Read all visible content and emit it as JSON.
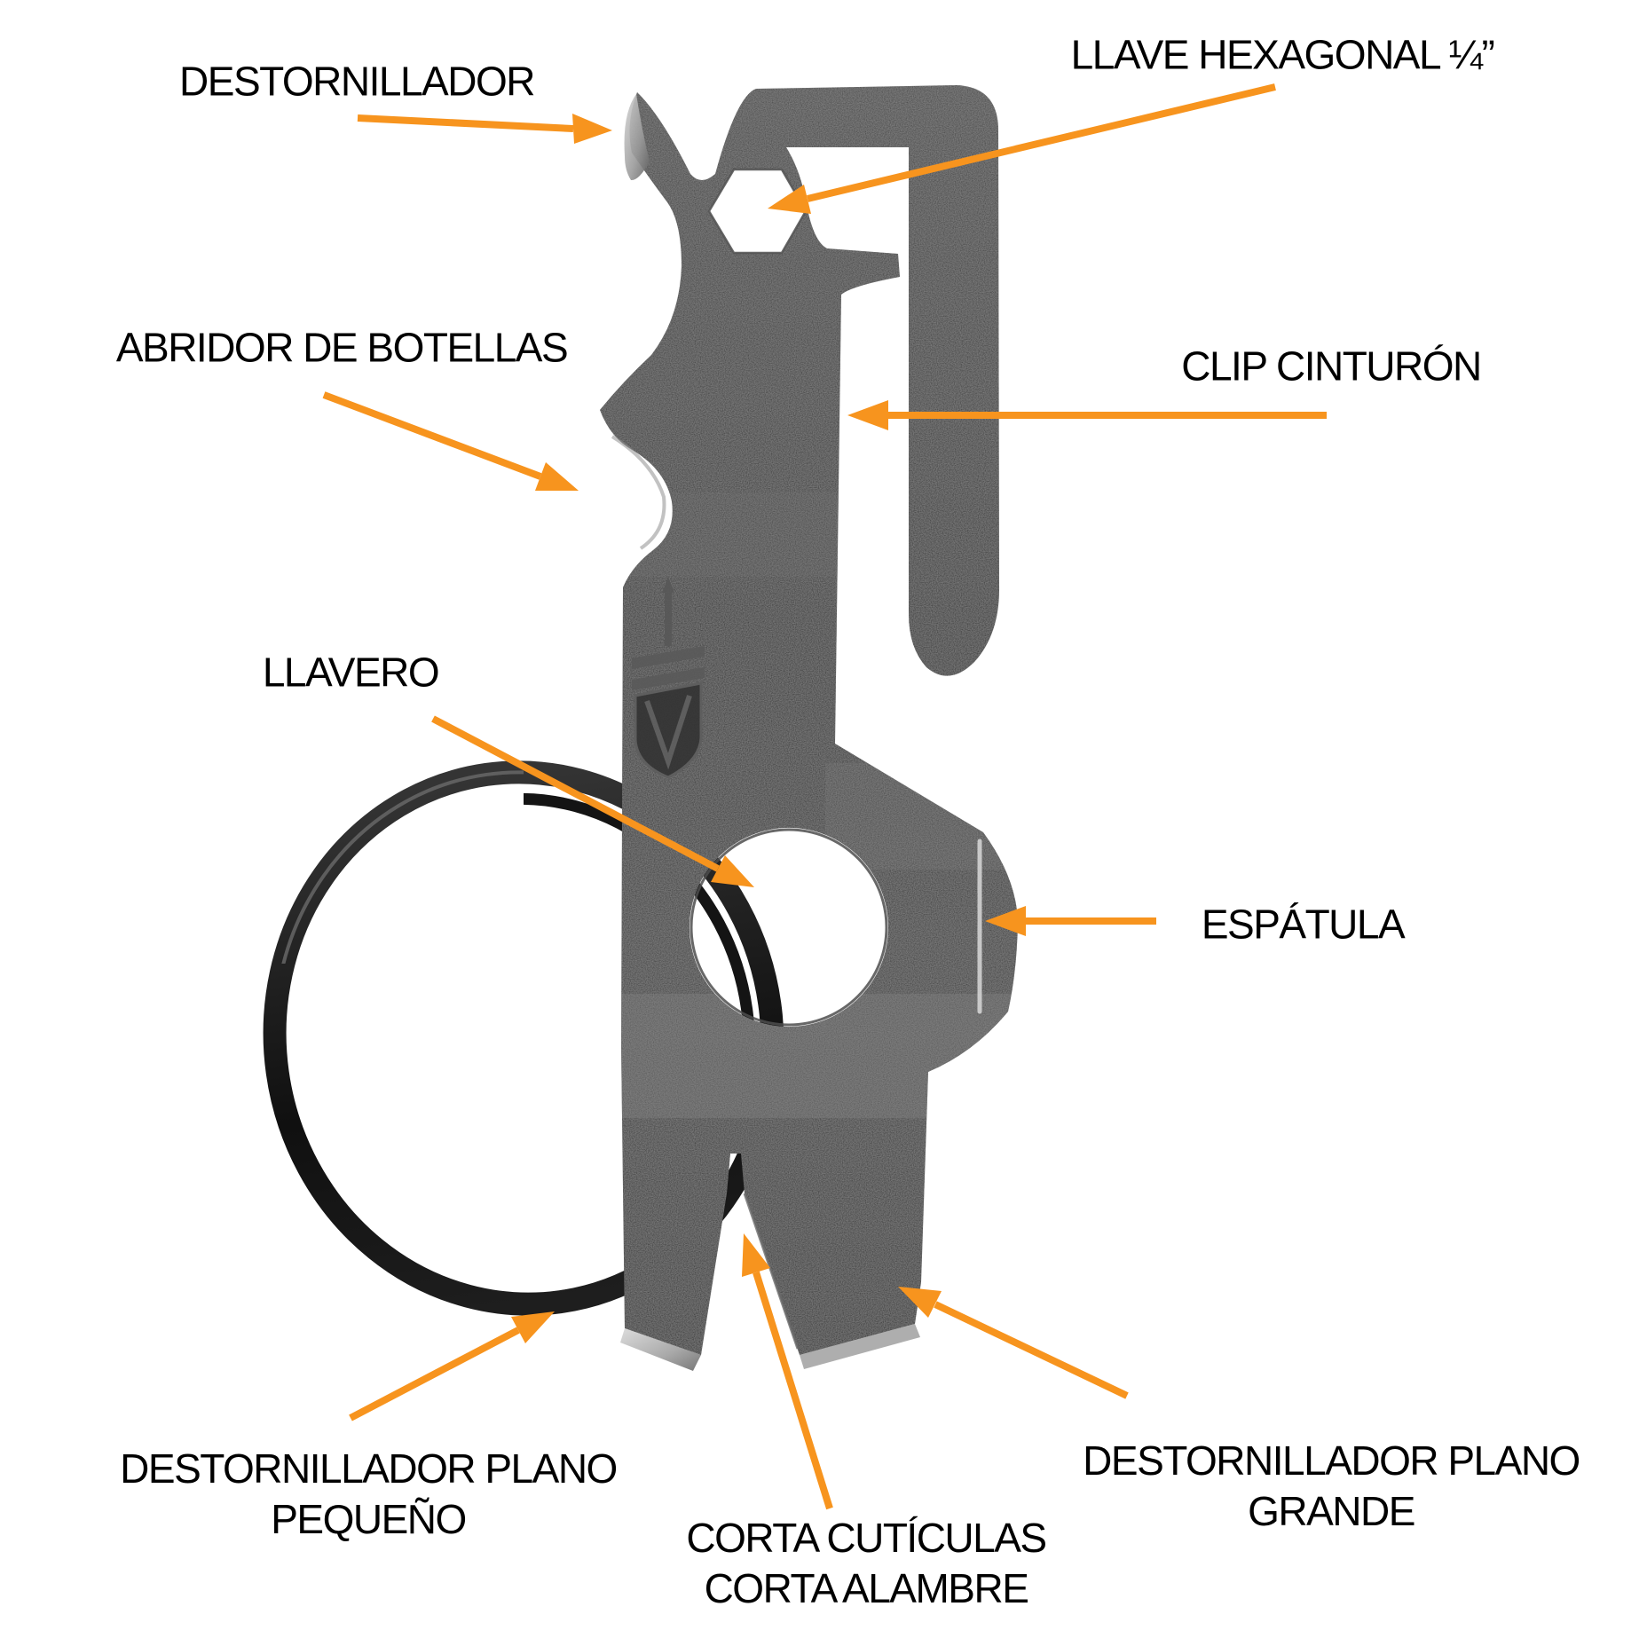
{
  "diagram": {
    "title": "keychain-multitool-feature-diagram",
    "product": "keychain multi-tool with split ring",
    "brand_mark": "gerber-shield-sword-logo",
    "colors": {
      "background": "#ffffff",
      "accent": "#F7941E",
      "label_text": "#000000",
      "steel_dark": "#2c2c2c",
      "steel_mid": "#3a3a3a",
      "ring_black": "#1b1b1b",
      "bevel_silver": "#b5b5b5"
    },
    "labels": [
      {
        "id": "screwdriver",
        "lines": [
          "DESTORNILLADOR"
        ]
      },
      {
        "id": "hex-wrench",
        "lines": [
          "LLAVE HEXAGONAL ¼”"
        ]
      },
      {
        "id": "bottle-opener",
        "lines": [
          "ABRIDOR DE BOTELLAS"
        ]
      },
      {
        "id": "belt-clip",
        "lines": [
          "CLIP CINTURÓN"
        ]
      },
      {
        "id": "keyring",
        "lines": [
          "LLAVERO"
        ]
      },
      {
        "id": "spatula",
        "lines": [
          "ESPÁTULA"
        ]
      },
      {
        "id": "small-flat-screwdriver",
        "lines": [
          "DESTORNILLADOR PLANO",
          "PEQUEÑO"
        ]
      },
      {
        "id": "cuticle-wire-cutter",
        "lines": [
          "CORTA CUTÍCULAS",
          "CORTA ALAMBRE"
        ]
      },
      {
        "id": "large-flat-screwdriver",
        "lines": [
          "DESTORNILLADOR PLANO",
          "GRANDE"
        ]
      }
    ]
  }
}
